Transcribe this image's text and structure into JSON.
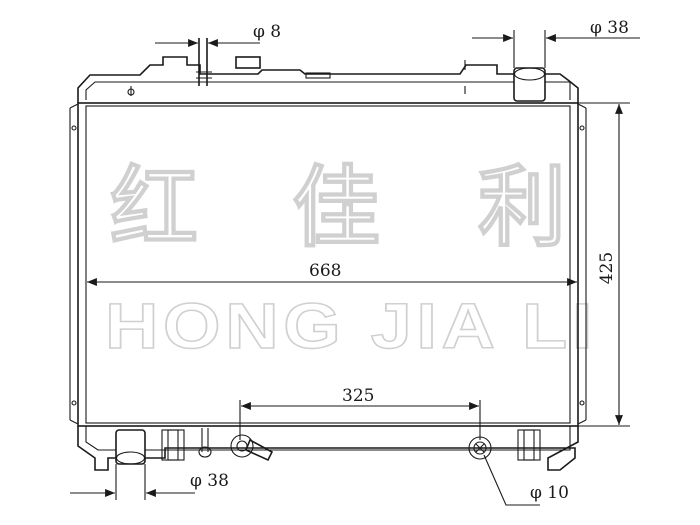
{
  "watermark": {
    "cn_chars": [
      "红",
      "佳",
      "利"
    ],
    "en_text": "HONG JIA LI"
  },
  "dimensions": {
    "top_left_pipe": "φ 8",
    "top_right_pipe": "φ 38",
    "width": "668",
    "height": "425",
    "bottom_spacing": "325",
    "bottom_left_pipe": "φ 38",
    "bottom_right_pipe": "φ 10"
  }
}
